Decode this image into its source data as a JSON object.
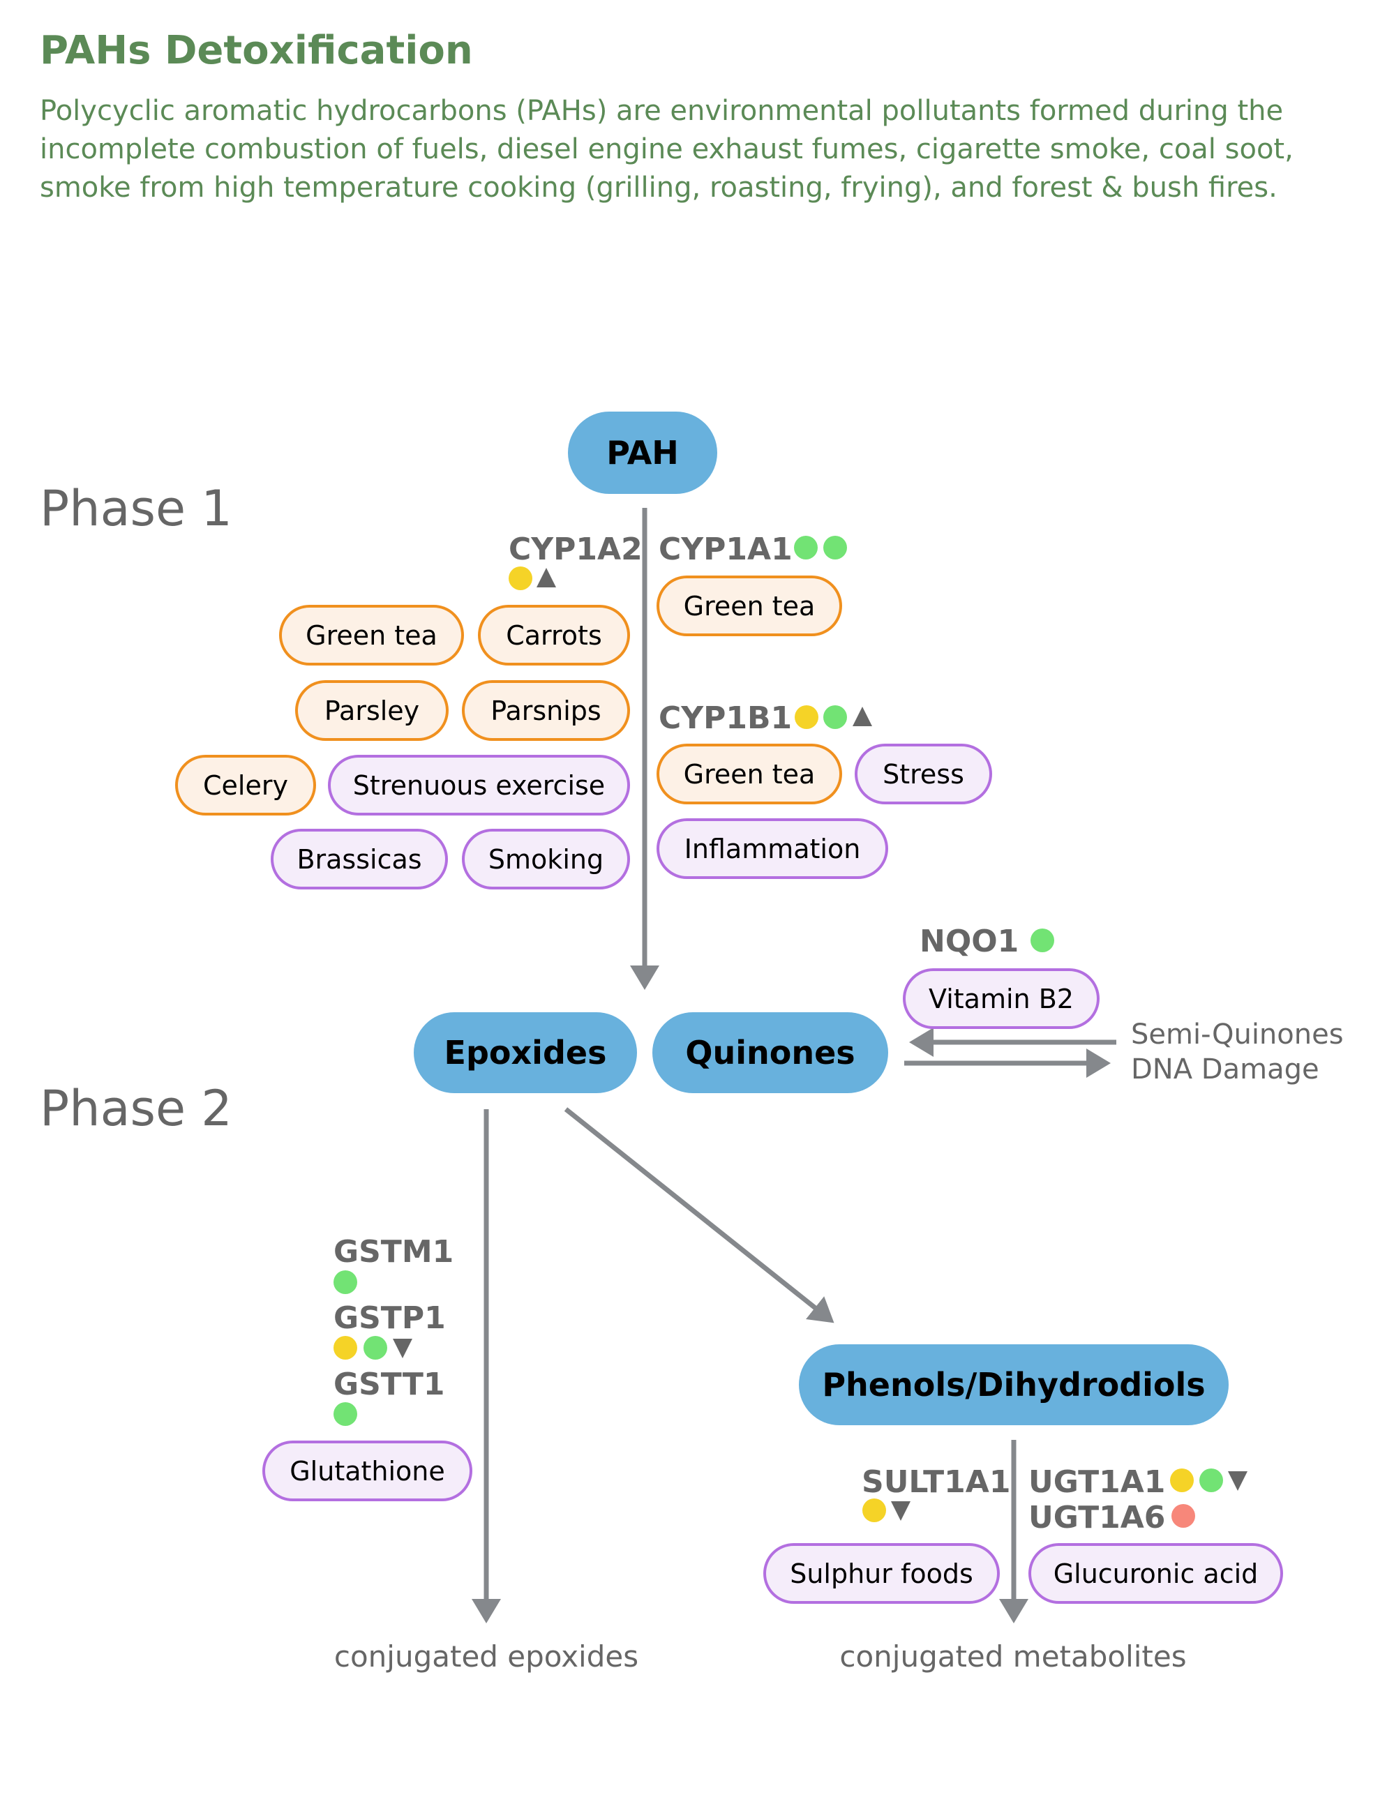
{
  "header": {
    "title": "PAHs Detoxification",
    "intro_lines": [
      "Polycyclic aromatic hydrocarbons (PAHs) are environmental pollutants formed during the",
      "incomplete combustion of fuels, diesel engine exhaust fumes, cigarette smoke, coal soot,",
      "smoke from high temperature cooking (grilling, roasting, frying), and forest & bush fires."
    ]
  },
  "colors": {
    "title_green": "#5b8a56",
    "node_blue": "#68b1dd",
    "food_border": "#f0901e",
    "food_fill": "#fdf1e6",
    "lifestyle_border": "#b36fe0",
    "lifestyle_fill": "#f5edfa",
    "marker_yellow": "#f5d327",
    "marker_green": "#72e374",
    "marker_red": "#f7877a",
    "arrow_gray": "#85888c",
    "label_gray": "#666666"
  },
  "phases": {
    "phase1": "Phase 1",
    "phase2": "Phase 2"
  },
  "nodes": {
    "pah": "PAH",
    "epoxides": "Epoxides",
    "quinones": "Quinones",
    "phenols": "Phenols/Dihydrodiols"
  },
  "enzymes": {
    "cyp1a2": {
      "name": "CYP1A2",
      "markers": [
        "yellow-dot",
        "up-triangle"
      ]
    },
    "cyp1a1": {
      "name": "CYP1A1",
      "markers": [
        "green-dot",
        "green-dot"
      ]
    },
    "cyp1b1": {
      "name": "CYP1B1",
      "markers": [
        "yellow-dot",
        "green-dot",
        "up-triangle"
      ]
    },
    "nqo1": {
      "name": "NQO1",
      "markers": [
        "green-dot"
      ]
    },
    "gstm1": {
      "name": "GSTM1",
      "markers": [
        "green-dot"
      ]
    },
    "gstp1": {
      "name": "GSTP1",
      "markers": [
        "yellow-dot",
        "green-dot",
        "down-triangle"
      ]
    },
    "gstt1": {
      "name": "GSTT1",
      "markers": [
        "green-dot"
      ]
    },
    "sult1a1": {
      "name": "SULT1A1",
      "markers": [
        "yellow-dot",
        "down-triangle"
      ]
    },
    "ugt1a1": {
      "name": "UGT1A1",
      "markers": [
        "yellow-dot",
        "green-dot",
        "down-triangle"
      ]
    },
    "ugt1a6": {
      "name": "UGT1A6",
      "markers": [
        "red-dot"
      ]
    }
  },
  "modifiers": {
    "cyp1a2": [
      {
        "label": "Green tea",
        "type": "food"
      },
      {
        "label": "Carrots",
        "type": "food"
      },
      {
        "label": "Parsley",
        "type": "food"
      },
      {
        "label": "Parsnips",
        "type": "food"
      },
      {
        "label": "Celery",
        "type": "food"
      },
      {
        "label": "Strenuous exercise",
        "type": "lifestyle"
      },
      {
        "label": "Brassicas",
        "type": "lifestyle"
      },
      {
        "label": "Smoking",
        "type": "lifestyle"
      }
    ],
    "cyp1a1": [
      {
        "label": "Green tea",
        "type": "food"
      }
    ],
    "cyp1b1": [
      {
        "label": "Green tea",
        "type": "food"
      },
      {
        "label": "Stress",
        "type": "lifestyle"
      },
      {
        "label": "Inflammation",
        "type": "lifestyle"
      }
    ],
    "nqo1": [
      {
        "label": "Vitamin B2",
        "type": "lifestyle"
      }
    ],
    "gst": [
      {
        "label": "Glutathione",
        "type": "lifestyle"
      }
    ],
    "sult1a1": [
      {
        "label": "Sulphur foods",
        "type": "lifestyle"
      }
    ],
    "ugt": [
      {
        "label": "Glucuronic acid",
        "type": "lifestyle"
      }
    ]
  },
  "side_outputs": {
    "semi_quinones": "Semi-Quinones",
    "dna_damage": "DNA Damage"
  },
  "end_products": {
    "conjugated_epoxides": "conjugated epoxides",
    "conjugated_metabolites": "conjugated metabolites"
  }
}
